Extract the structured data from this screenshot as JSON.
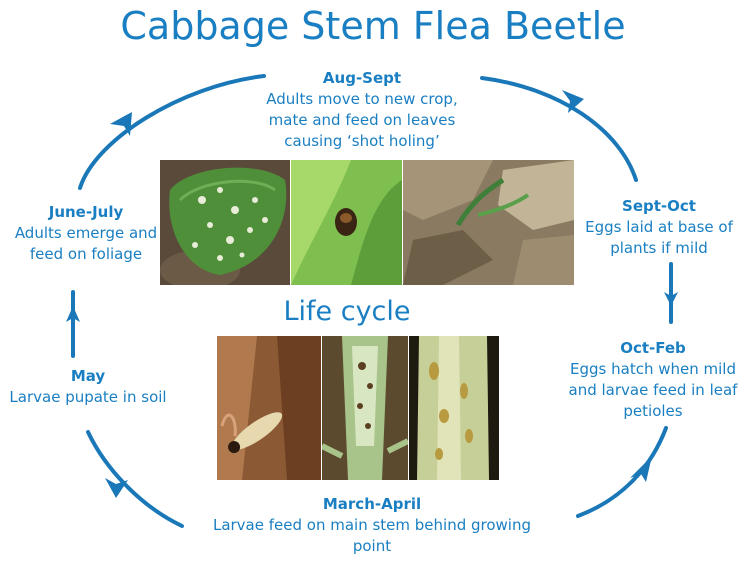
{
  "title": "Cabbage Stem Flea Beetle",
  "subtitle": "Life cycle",
  "colors": {
    "accent": "#1a7fc2",
    "arrow": "#1a78b8"
  },
  "stages": [
    {
      "label": "Aug-Sept",
      "desc_lines": [
        "Adults move to new crop,",
        "mate and feed on leaves",
        "causing ‘shot holing’"
      ]
    },
    {
      "label": "Sept-Oct",
      "desc_lines": [
        "Eggs laid at base of",
        "plants if mild"
      ]
    },
    {
      "label": "Oct-Feb",
      "desc_lines": [
        "Eggs hatch when mild",
        "and larvae feed in leaf",
        "petioles"
      ]
    },
    {
      "label": "March-April",
      "desc_lines": [
        "Larvae feed on main stem behind growing",
        "point"
      ]
    },
    {
      "label": "May",
      "desc_lines": [
        "Larvae pupate in soil"
      ]
    },
    {
      "label": "June-July",
      "desc_lines": [
        "Adults emerge and",
        "feed on foliage"
      ]
    }
  ],
  "photos": {
    "top": [
      "shot-holed-leaf-photo",
      "adult-beetle-on-leaf-photo",
      "seedling-in-soil-photo"
    ],
    "bottom": [
      "larva-in-stem-photo",
      "damaged-stem-photo",
      "larval-tunnels-stem-photo"
    ]
  }
}
